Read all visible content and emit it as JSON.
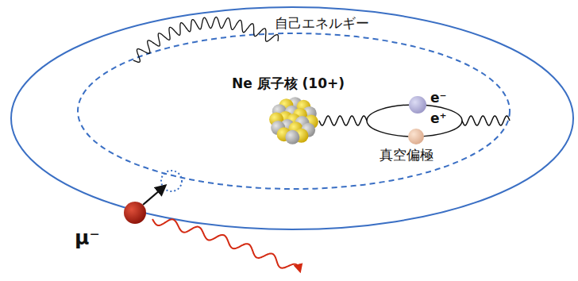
{
  "diagram": {
    "labels": [
      "自己エネルギー",
      "Ne 原子核 (10+)",
      "e⁻",
      "e⁺",
      "真空偏極",
      "μ⁻"
    ]
  }
}
